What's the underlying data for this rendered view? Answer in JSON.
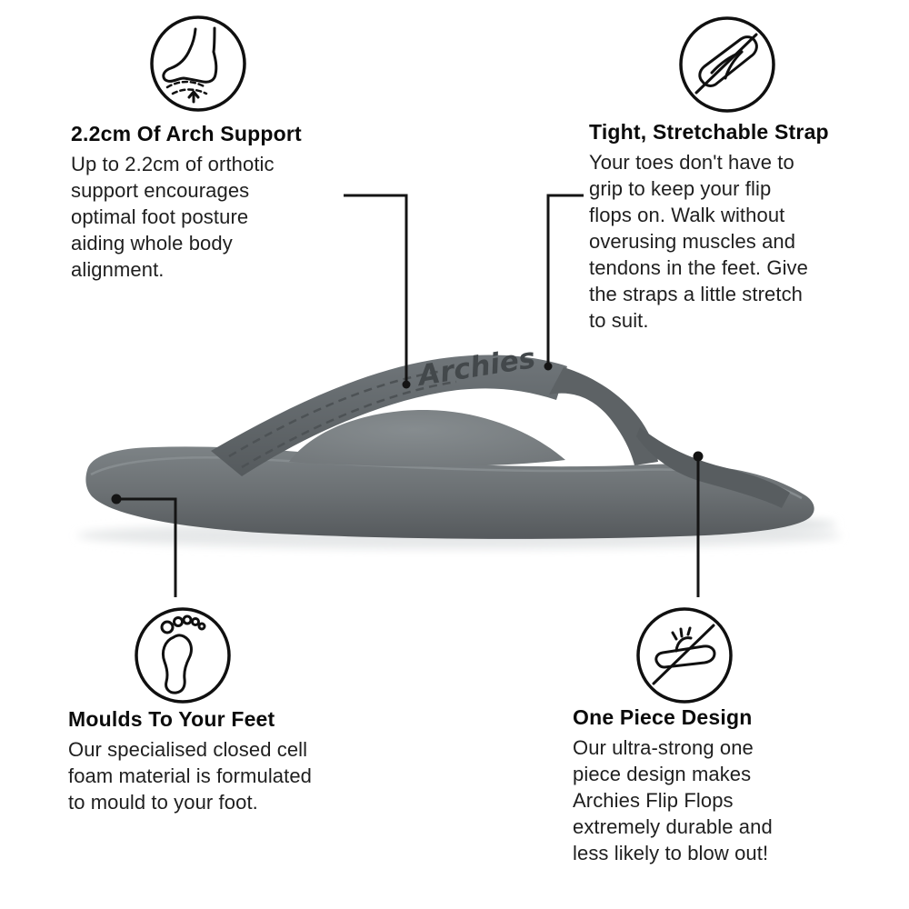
{
  "brand": {
    "logo_text": "Archies"
  },
  "callouts": {
    "arch_support": {
      "title": "2.2cm Of Arch Support",
      "body": "Up to 2.2cm of orthotic\nsupport encourages\noptimal foot posture\naiding whole body\nalignment.",
      "icon": "foot-arch-icon"
    },
    "stretch_strap": {
      "title": "Tight, Stretchable Strap",
      "body": "Your toes don't have to\ngrip to keep your flip\nflops on. Walk without\noverusing muscles and\ntendons in the feet. Give\nthe straps a little stretch\nto suit.",
      "icon": "no-tight-strap-icon"
    },
    "moulds": {
      "title": "Moulds To Your Feet",
      "body": "Our specialised closed cell\nfoam material is formulated\nto mould to your foot.",
      "icon": "footprint-icon"
    },
    "one_piece": {
      "title": "One Piece Design",
      "body": "Our ultra-strong one\npiece design makes\nArchies Flip Flops\nextremely durable and\nless likely to blow out!",
      "icon": "no-blowout-icon"
    }
  },
  "colors": {
    "sandal_gray": "#6c7174",
    "sandal_dark": "#565b5e",
    "sandal_light": "#7e8487",
    "ink": "#111111",
    "shadow": "#e6e8e9",
    "background": "#ffffff"
  }
}
